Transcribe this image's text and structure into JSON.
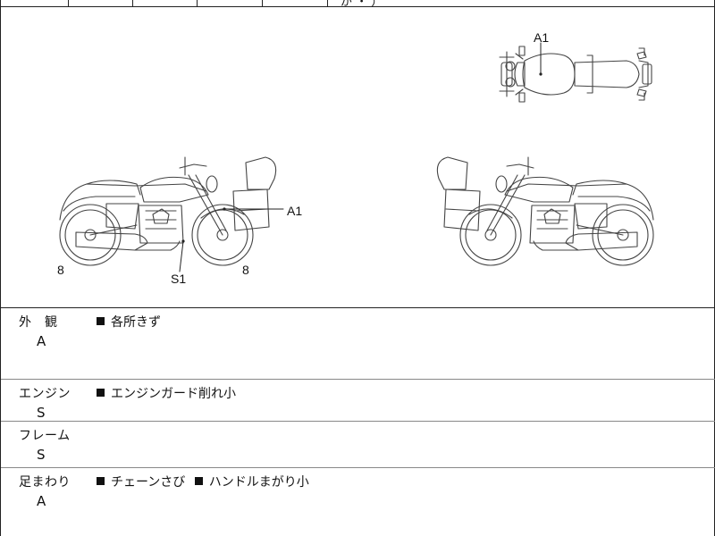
{
  "diagram": {
    "marks": {
      "top_view": "A1",
      "left_tank": "A1",
      "left_engine": "S1",
      "left_rear_wheel": "8",
      "left_front_wheel": "8"
    }
  },
  "sections": [
    {
      "label": "外　観",
      "grade": "A",
      "notes": [
        "各所きず"
      ]
    },
    {
      "label": "エンジン",
      "grade": "S",
      "notes": [
        "エンジンガード削れ小"
      ]
    },
    {
      "label": "フレーム",
      "grade": "S",
      "notes": []
    },
    {
      "label": "足まわり",
      "grade": "A",
      "notes": [
        "チェーンさび",
        "ハンドルまがり小"
      ]
    }
  ],
  "header_fragment": "が  ・  ）"
}
